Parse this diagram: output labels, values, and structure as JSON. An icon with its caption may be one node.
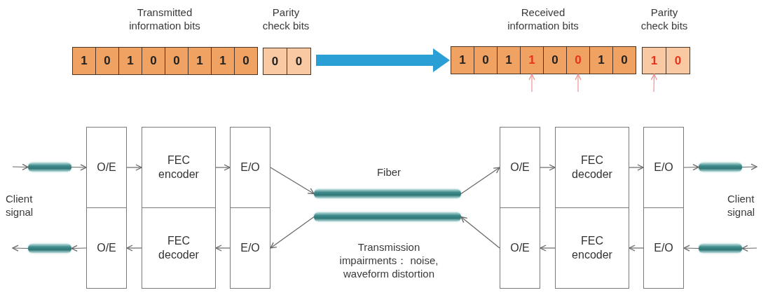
{
  "diagram": {
    "nodes": [
      {
        "text": [
          "Transmitted information bits"
        ]
      },
      {
        "text": [
          "1"
        ],
        "in": 0
      },
      {
        "text": [
          "0"
        ],
        "in": 0
      },
      {
        "text": [
          "1"
        ],
        "in": 0
      },
      {
        "text": [
          "0"
        ],
        "in": 0
      },
      {
        "text": [
          "0"
        ],
        "in": 0
      },
      {
        "text": [
          "1"
        ],
        "in": 0
      },
      {
        "text": [
          "1"
        ],
        "in": 0
      },
      {
        "text": [
          "0"
        ],
        "in": 0
      },
      {
        "text": [
          "Parity check bits"
        ]
      },
      {
        "text": [
          "0"
        ],
        "in": 9
      },
      {
        "text": [
          "0"
        ],
        "in": 9
      },
      {
        "text": [
          "Received information bits"
        ]
      },
      {
        "text": [
          "1"
        ],
        "in": 12
      },
      {
        "text": [
          "0"
        ],
        "in": 12
      },
      {
        "text": [
          "1"
        ],
        "in": 12
      },
      {
        "text": [
          "1"
        ],
        "in": 12
      },
      {
        "text": [
          "0"
        ],
        "in": 12
      },
      {
        "text": [
          "0"
        ],
        "in": 12
      },
      {
        "text": [
          "1"
        ],
        "in": 12
      },
      {
        "text": [
          "0"
        ],
        "in": 12
      },
      {
        "text": [
          "Parity check bits"
        ]
      },
      {
        "text": [
          "1"
        ],
        "in": 21
      },
      {
        "text": [
          "0"
        ],
        "in": 21
      },
      {
        "text": [],
        "shape": "bar"
      },
      {
        "text": [
          "O/E"
        ]
      },
      {
        "text": [
          "FEC encoder"
        ]
      },
      {
        "text": [
          "E/O"
        ]
      },
      {
        "text": [],
        "shape": "bar",
        "beside": [
          "Fiber"
        ]
      },
      {
        "text": [
          "O/E"
        ]
      },
      {
        "text": [
          "FEC decoder"
        ]
      },
      {
        "text": [
          "E/O"
        ]
      },
      {
        "text": [],
        "shape": "bar"
      },
      {
        "text": [],
        "shape": "bar"
      },
      {
        "text": [
          "O/E"
        ]
      },
      {
        "text": [
          "FEC decoder"
        ]
      },
      {
        "text": [
          "E/O"
        ]
      },
      {
        "text": [],
        "shape": "bar",
        "beside": [
          "Transmission impairments： noise, waveform distortion"
        ]
      },
      {
        "text": [
          "O/E"
        ]
      },
      {
        "text": [
          "FEC encoder"
        ]
      },
      {
        "text": [
          "E/O"
        ]
      },
      {
        "text": [],
        "shape": "bar"
      }
    ],
    "edges": [
      {
        "from": 9,
        "to": 12,
        "arrow": "to",
        "style": "thick",
        "color": "#2a9fd6"
      },
      {
        "from": null,
        "to": 16,
        "arrow": "to",
        "color": "#f09090"
      },
      {
        "from": null,
        "to": 18,
        "arrow": "to",
        "color": "#f09090"
      },
      {
        "from": null,
        "to": 22,
        "arrow": "to",
        "color": "#f09090"
      },
      {
        "from": null,
        "to": 24,
        "arrow": "to"
      },
      {
        "from": 24,
        "to": 25,
        "arrow": "to"
      },
      {
        "from": 25,
        "to": 26,
        "arrow": "to"
      },
      {
        "from": 26,
        "to": 27,
        "arrow": "to"
      },
      {
        "from": 27,
        "to": 28,
        "arrow": "to"
      },
      {
        "from": 28,
        "to": 29,
        "arrow": "to"
      },
      {
        "from": 29,
        "to": 30,
        "arrow": "to"
      },
      {
        "from": 30,
        "to": 31,
        "arrow": "to"
      },
      {
        "from": 31,
        "to": 32,
        "arrow": "to"
      },
      {
        "from": 32,
        "to": null,
        "arrow": "to"
      },
      {
        "from": null,
        "to": 41,
        "arrow": "to"
      },
      {
        "from": 41,
        "to": 40,
        "arrow": "to"
      },
      {
        "from": 40,
        "to": 39,
        "arrow": "to"
      },
      {
        "from": 39,
        "to": 38,
        "arrow": "to"
      },
      {
        "from": 38,
        "to": 37,
        "arrow": "to"
      },
      {
        "from": 37,
        "to": 36,
        "arrow": "to"
      },
      {
        "from": 36,
        "to": 35,
        "arrow": "to"
      },
      {
        "from": 35,
        "to": 34,
        "arrow": "to"
      },
      {
        "from": 34,
        "to": 33,
        "arrow": "to"
      },
      {
        "from": 33,
        "to": null,
        "arrow": "to"
      }
    ],
    "labels": [
      "Client signal",
      "Client signal"
    ]
  }
}
